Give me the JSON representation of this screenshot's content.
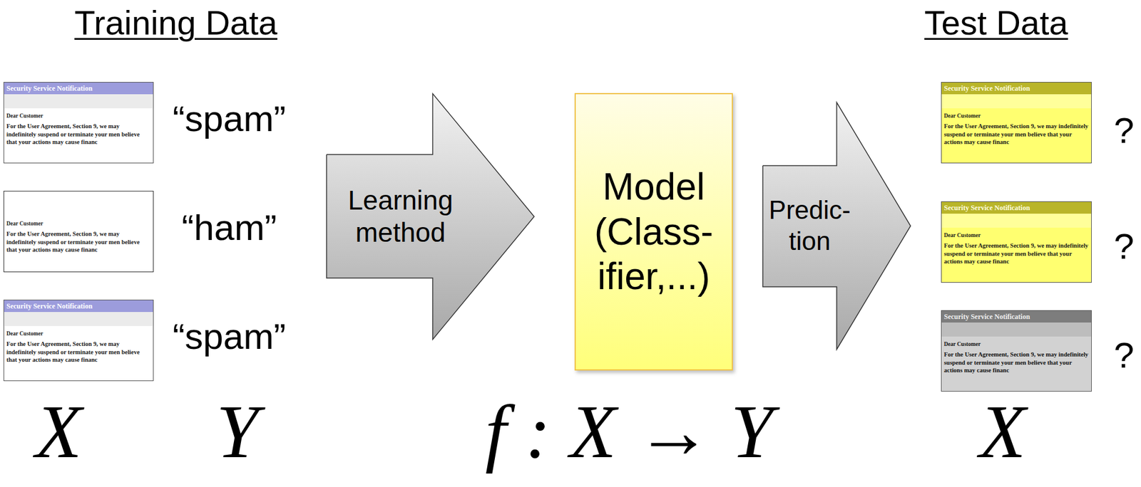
{
  "diagram": {
    "nodes": [
      {
        "text": [
          "Security Service Notification",
          "Dear Customer",
          "For the User Agreement, Section 9, we may indefinitely suspend or terminate your men believe that your actions may cause financ"
        ]
      },
      {
        "text": [
          "Dear Customer",
          "For the User Agreement, Section 9, we may indefinitely suspend or terminate your men believe that your actions may cause financ"
        ]
      },
      {
        "text": [
          "Security Service Notification",
          "Dear Customer",
          "For the User Agreement, Section 9, we may indefinitely suspend or terminate your men believe that your actions may cause financ"
        ]
      },
      {
        "text": [
          "Learning method"
        ]
      },
      {
        "text": [
          "Model (Class- ifier,...)"
        ]
      },
      {
        "text": [
          "Predic- tion"
        ]
      },
      {
        "text": [
          "Security Service Notification",
          "Dear Customer",
          "For the User Agreement, Section 9, we may indefinitely suspend or terminate your men believe that your actions may cause financ"
        ]
      },
      {
        "text": [
          "Security Service Notification",
          "Dear Customer",
          "For the User Agreement, Section 9, we may indefinitely suspend or terminate your men believe that your actions may cause financ"
        ]
      },
      {
        "text": [
          "Security Service Notification",
          "Dear Customer",
          "For the User Agreement, Section 9, we may indefinitely suspend or terminate your men believe that your actions may cause financ"
        ]
      }
    ],
    "labels": [
      "Training Data",
      "Test Data",
      "“spam”",
      "“ham”",
      "“spam”",
      "?",
      "?",
      "?",
      "X",
      "Y",
      "f : X → Y",
      "X"
    ]
  }
}
